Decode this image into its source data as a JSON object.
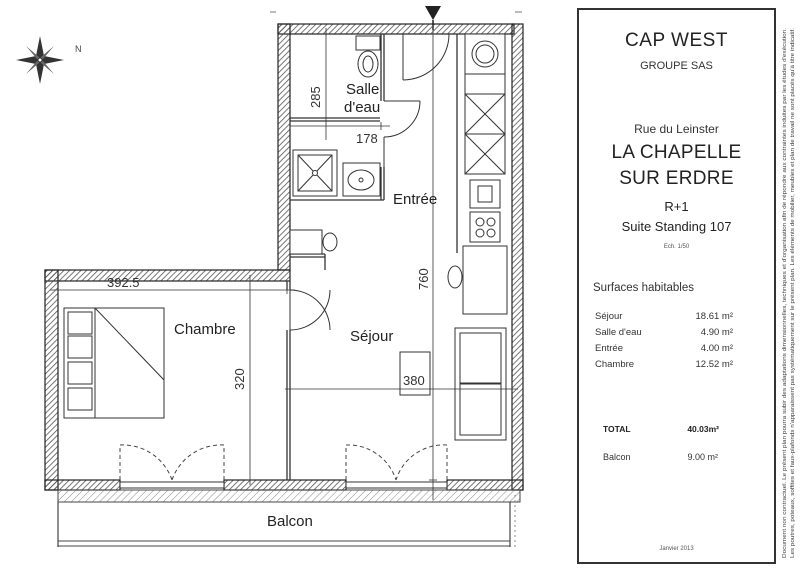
{
  "plan": {
    "rooms": {
      "salle_deau_line1": "Salle",
      "salle_deau_line2": "d'eau",
      "entree": "Entrée",
      "sejour": "Séjour",
      "chambre": "Chambre",
      "balcon": "Balcon"
    },
    "dimensions": {
      "d285": "285",
      "d178": "178",
      "d760": "760",
      "d392": "392.5",
      "d380": "380",
      "d320": "320"
    },
    "compass_label": "N"
  },
  "title_block": {
    "company": "CAP WEST",
    "group": "GROUPE SAS",
    "street": "Rue du Leinster",
    "city_line1": "LA CHAPELLE",
    "city_line2": "SUR ERDRE",
    "floor": "R+1",
    "unit": "Suite Standing 107",
    "scale": "Ech. 1/50",
    "surfaces_title": "Surfaces habitables",
    "surfaces": [
      {
        "name": "Séjour",
        "value": "18.61 m²"
      },
      {
        "name": "Salle d'eau",
        "value": "4.90 m²"
      },
      {
        "name": "Entrée",
        "value": "4.00 m²"
      },
      {
        "name": "Chambre",
        "value": "12.52 m²"
      }
    ],
    "total_label": "TOTAL",
    "total_value": "40.03m²",
    "balcon_label": "Balcon",
    "balcon_value": "9.00 m²",
    "date": "Janvier 2013"
  },
  "disclaimer_line1": "Document non contractuel. Le présent plan pourra subir des adaptations dimensionnelles, techniques et d'organisation afin de répondre aux contraintes induites par les études d'exécution.",
  "disclaimer_line2": "Les poutres, poteaux, soffites et faux-plafonds n'apparaissent pas systématiquement sur le présent plan. Les éléments de mobilier, meubles et plan de travail ne sont placés qu'à titre indicatif."
}
